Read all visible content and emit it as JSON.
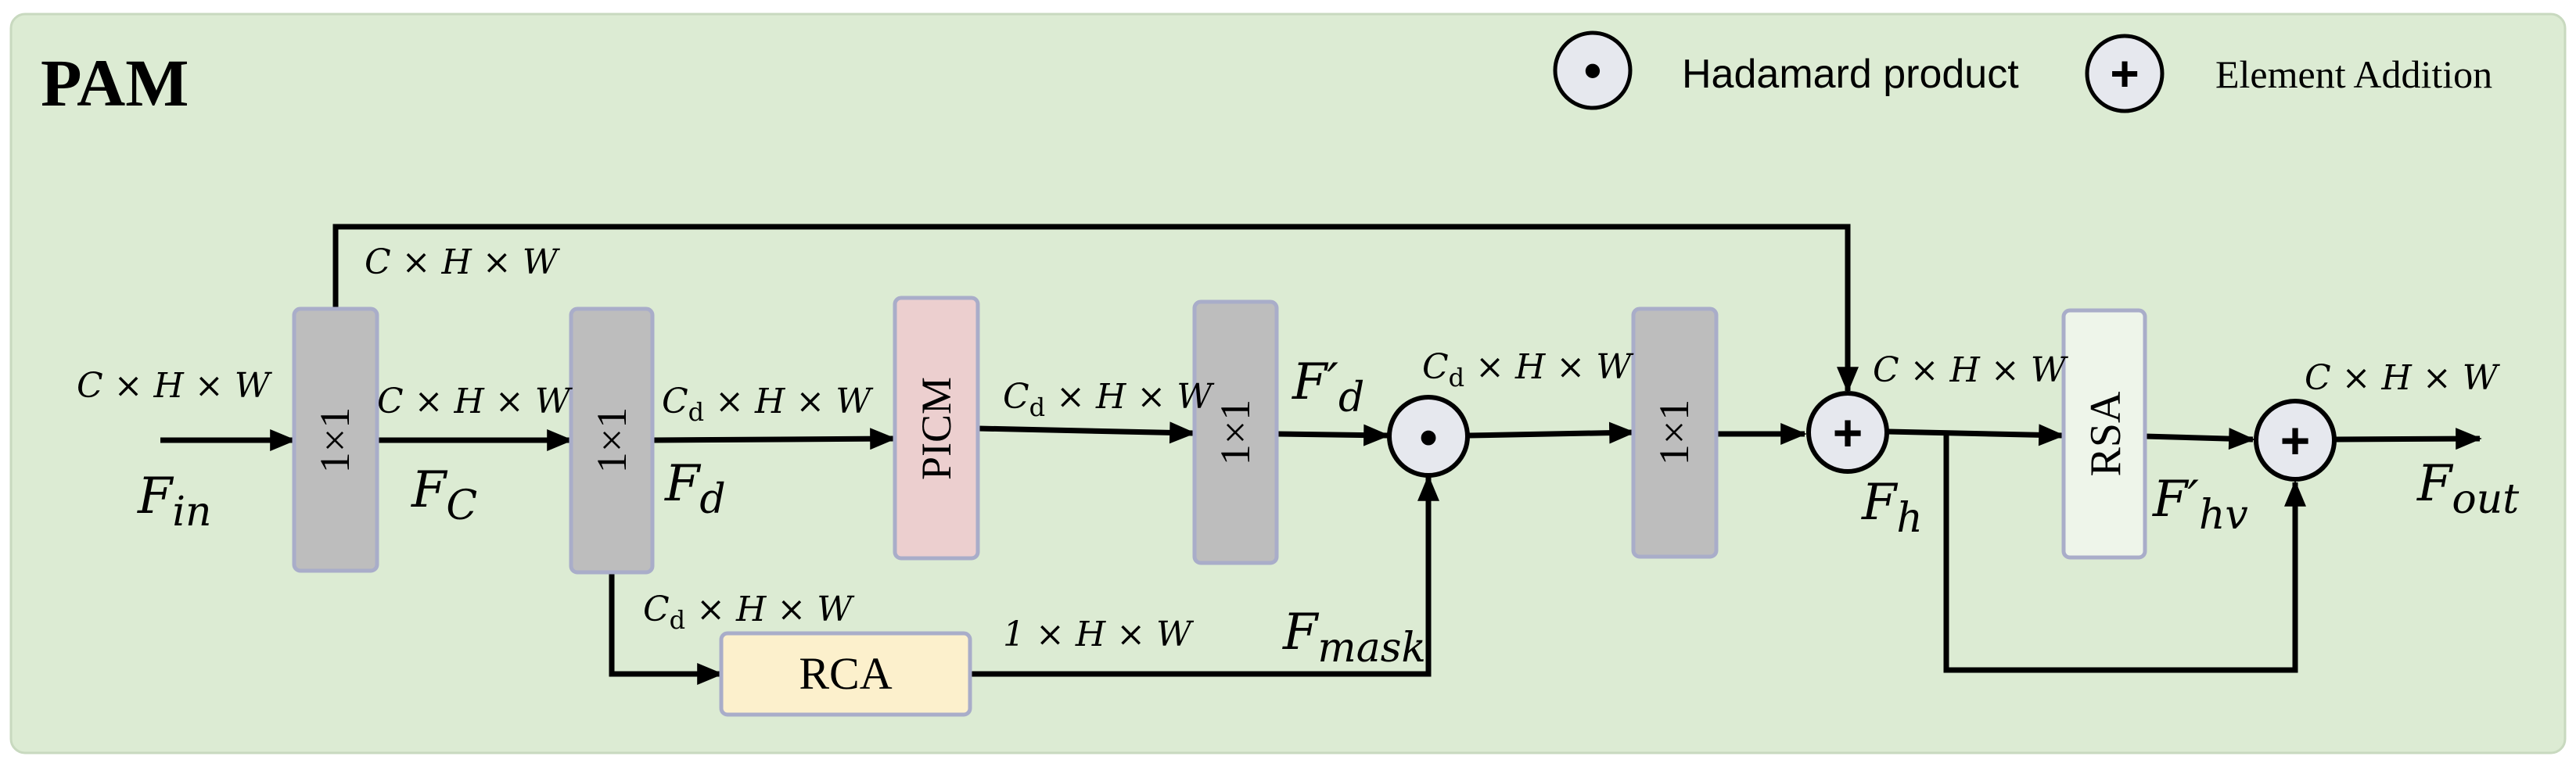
{
  "title": "PAM",
  "legend": {
    "hadamard_symbol": "•",
    "hadamard_label": "Hadamard product",
    "addition_symbol": "+",
    "addition_label": "Element Addition"
  },
  "blocks": {
    "conv1": "1×1",
    "conv2": "1×1",
    "picm": "PICM",
    "conv3": "1×1",
    "conv4": "1×1",
    "rca": "RCA",
    "rsa": "RSA"
  },
  "operators": {
    "hadamard": "•",
    "add1": "+",
    "add2": "+"
  },
  "dims": {
    "input": "C × H × W",
    "skip_top": "C × H × W",
    "after_conv1": "C × H × W",
    "after_conv2": "Cₐ × H × W",
    "after_picm": "Cₐ × H × W",
    "after_hadamard": "Cₐ × H × W",
    "rca_input": "Cₐ × H × W",
    "rca_output": "1 × H × W",
    "after_add1": "C × H × W",
    "after_add2": "C × H × W"
  },
  "features": {
    "f_in": {
      "base": "F",
      "sub": "in",
      "prime": ""
    },
    "f_c": {
      "base": "F",
      "sub": "C",
      "prime": ""
    },
    "f_d": {
      "base": "F",
      "sub": "d",
      "prime": ""
    },
    "f_d_prime": {
      "base": "F",
      "sub": "d",
      "prime": "′"
    },
    "f_mask": {
      "base": "F",
      "sub": "mask",
      "prime": ""
    },
    "f_h": {
      "base": "F",
      "sub": "h",
      "prime": ""
    },
    "f_hv_prime": {
      "base": "F",
      "sub": "hv",
      "prime": "′"
    },
    "f_out": {
      "base": "F",
      "sub": "out",
      "prime": ""
    }
  },
  "colors": {
    "panel_bg": "#dcebd3",
    "panel_border": "#c8d9bf",
    "conv_fill": "#bdbdbd",
    "conv_stroke": "#a9adc9",
    "picm_fill": "#eccfcf",
    "rca_fill": "#fcf0cc",
    "rsa_fill": "#eef5ea",
    "op_fill": "#e6e8ee",
    "line": "#000000"
  }
}
